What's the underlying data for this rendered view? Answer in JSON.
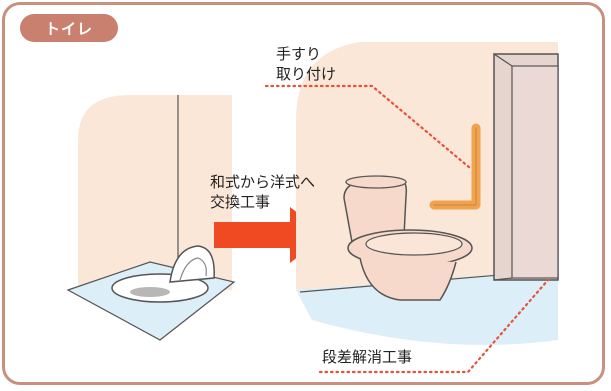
{
  "badge": {
    "label": "トイレ"
  },
  "annotations": {
    "handrail_line1": "手すり",
    "handrail_line2": "取り付け",
    "swap_line1": "和式から洋式へ",
    "swap_line2": "交換工事",
    "step": "段差解消工事"
  },
  "colors": {
    "frame": "#c98f7f",
    "badge": "#c9806e",
    "wall": "#fbe7d7",
    "floor": "#dceef7",
    "door": "#e6d4cf",
    "handrail": "#f0a24e",
    "toilet": "#f7d9cb",
    "arrow": "#f04a23",
    "dots": "#e8503a"
  }
}
